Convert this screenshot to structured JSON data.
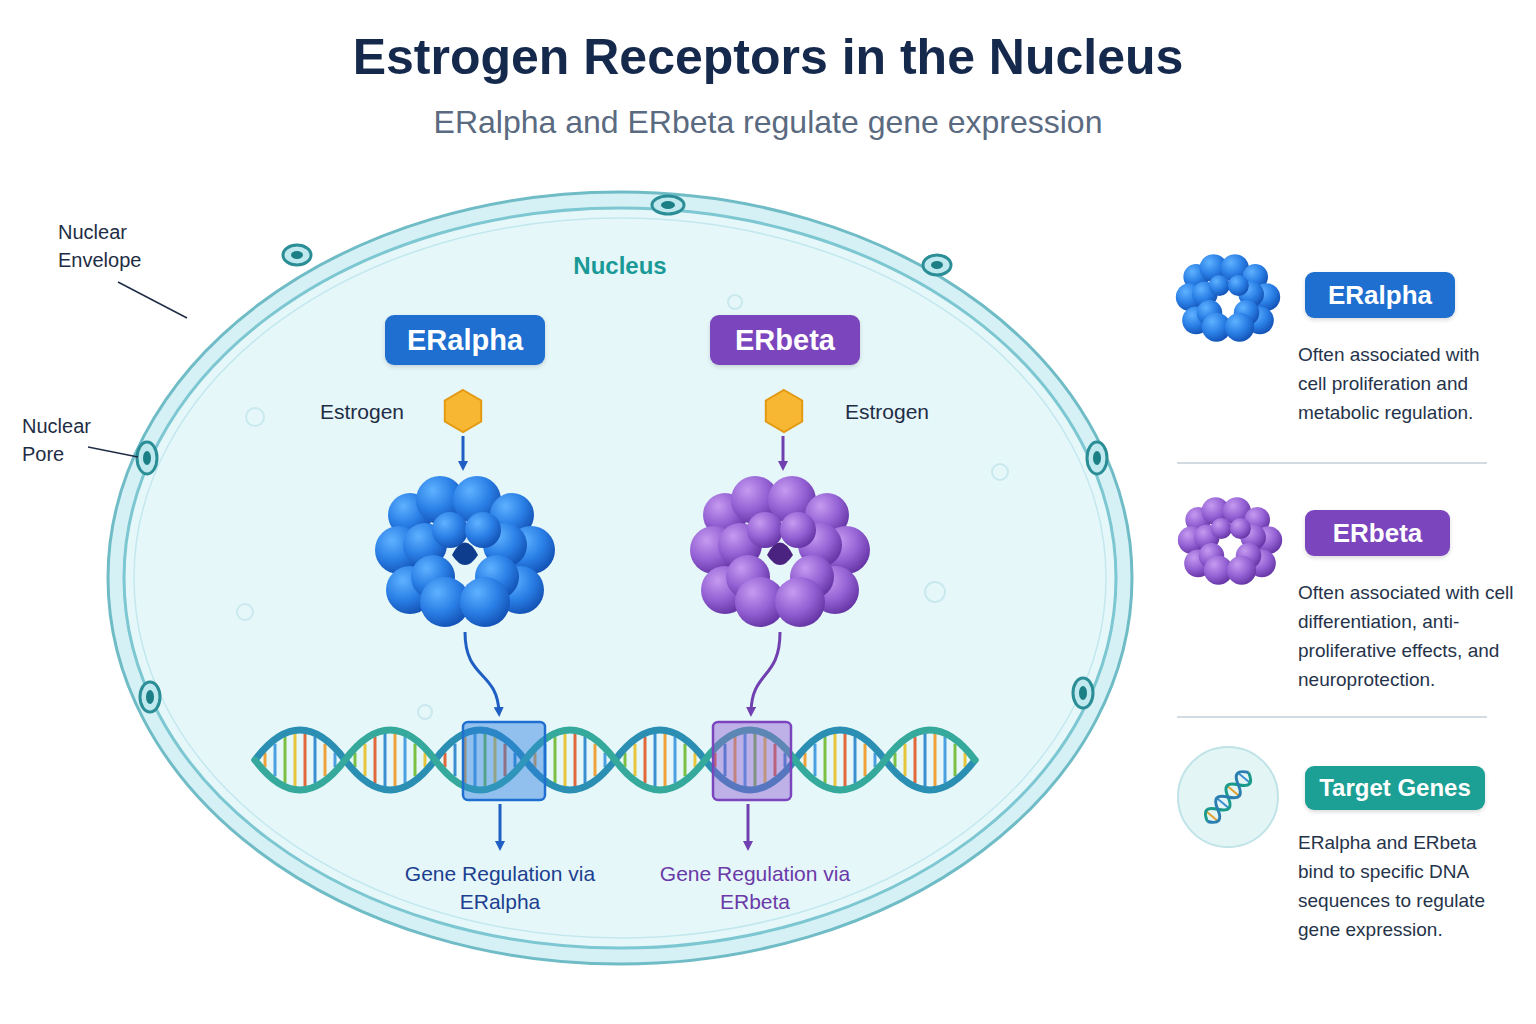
{
  "diagram": {
    "title": "Estrogen Receptors in the Nucleus",
    "caption": "ERalpha and ERbeta regulate gene expression",
    "nodes": [
      {
        "text": [
          "Nucleus"
        ]
      },
      {
        "text": [
          "ERalpha"
        ],
        "in": 0
      },
      {
        "text": [
          "ERbeta"
        ],
        "in": 0
      },
      {
        "text": [
          "Estrogen"
        ],
        "in": 0
      },
      {
        "text": [
          "Estrogen"
        ],
        "in": 0
      },
      {
        "text": [
          "ERalpha"
        ]
      },
      {
        "text": [
          "ERbeta"
        ]
      },
      {
        "text": [
          "Target Genes"
        ]
      }
    ],
    "labels": [
      "Nuclear Envelope",
      "Nuclear Pore",
      "Gene Regulation via ERalpha",
      "Gene Regulation via ERbeta",
      "Often associated with cell proliferation and metabolic regulation.",
      "Often associated with cell differentiation, anti-proliferative effects, and neuroprotection.",
      "ERalpha and ERbeta bind to specific DNA sequences to regulate gene expression."
    ]
  }
}
